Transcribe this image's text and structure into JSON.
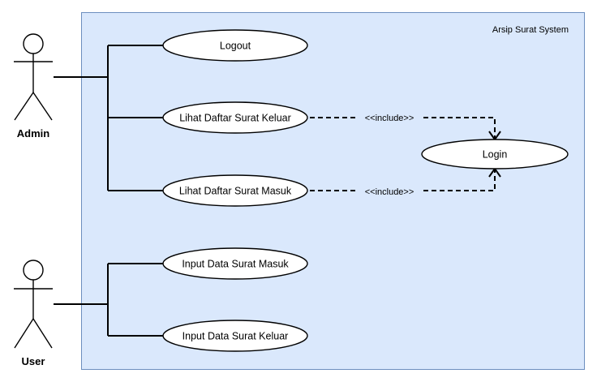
{
  "system": {
    "title": "Arsip Surat System",
    "fill_color": "#dae8fc",
    "border_color": "#6c8ebf"
  },
  "actors": {
    "admin": {
      "name": "Admin"
    },
    "user": {
      "name": "User"
    }
  },
  "use_cases": {
    "logout": "Logout",
    "lihat_keluar": "Lihat Daftar Surat Keluar",
    "lihat_masuk": "Lihat Daftar Surat Masuk",
    "login": "Login",
    "input_masuk": "Input Data Surat Masuk",
    "input_keluar": "Input Data Surat Keluar"
  },
  "relations": {
    "include_keluar": "<<include>>",
    "include_masuk": "<<include>>"
  }
}
